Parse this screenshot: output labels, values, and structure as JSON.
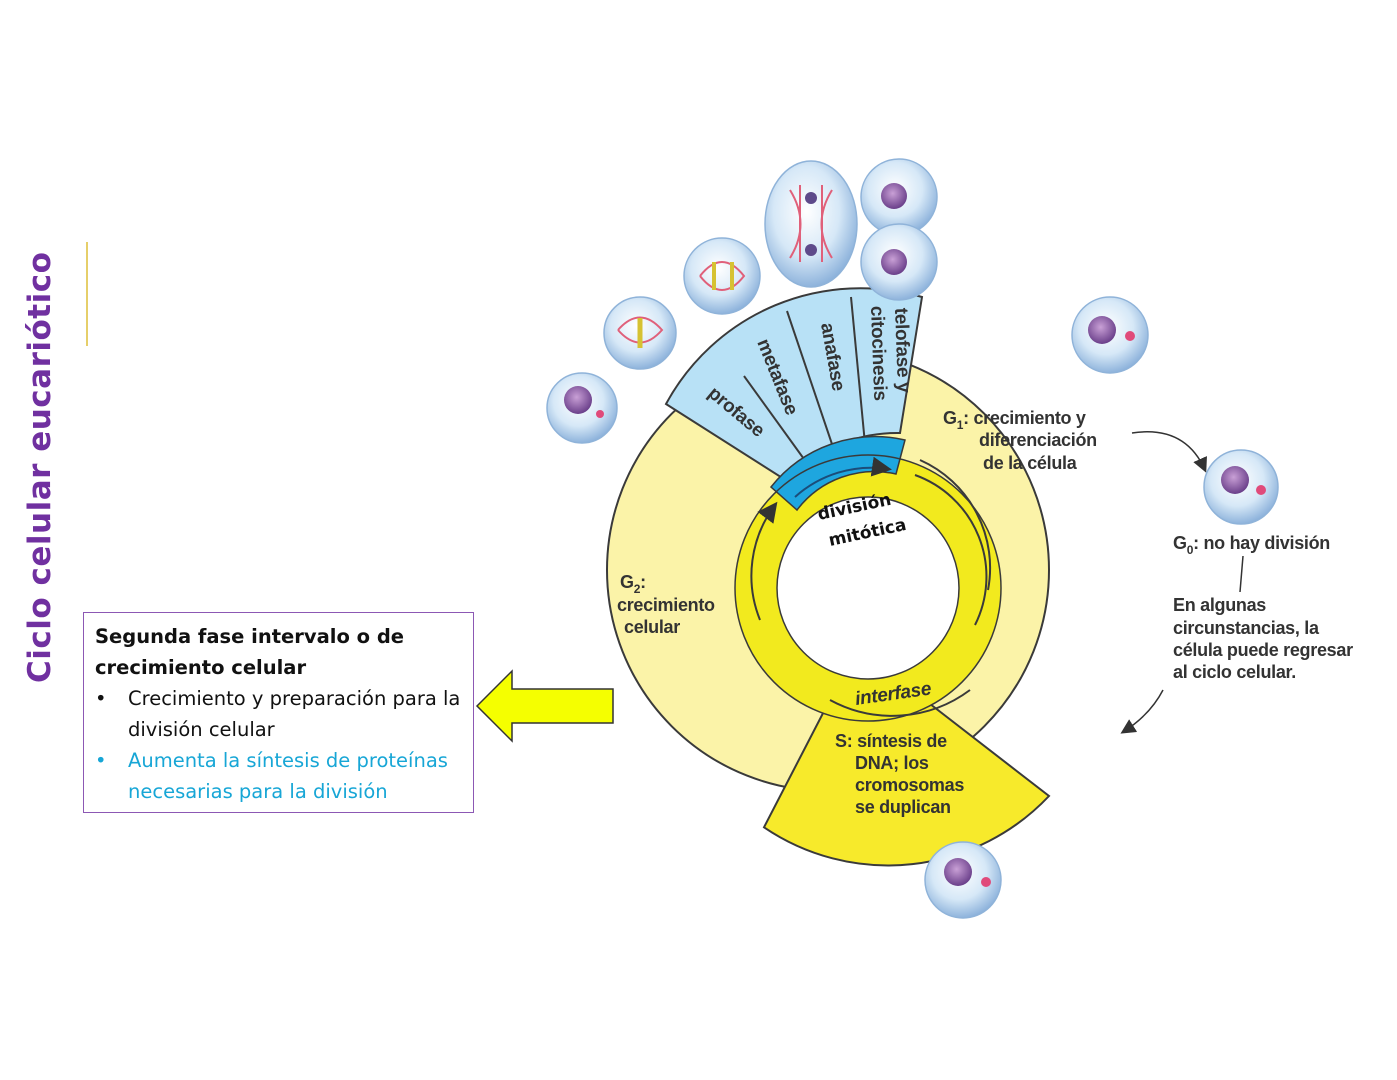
{
  "slide": {
    "title": "Ciclo celular eucariótico",
    "accent_color": "#7030a0"
  },
  "info_box": {
    "heading": "Segunda fase intervalo o de crecimiento celular",
    "bullets": [
      {
        "text": "Crecimiento y preparación para la división celular",
        "color": "#111111"
      },
      {
        "text": "Aumenta la síntesis de proteínas necesarias para la división",
        "color": "#17a6d6"
      }
    ]
  },
  "diagram": {
    "mitosis_phases": [
      "profase",
      "metafase",
      "anafase",
      "telofase y",
      "citocinesis"
    ],
    "center_label": [
      "división",
      "mitótica"
    ],
    "interphase_label": "interfase",
    "g1": {
      "symbol": "G",
      "sub": "1",
      "lines": [
        ": crecimiento y",
        "diferenciación",
        "de la célula"
      ]
    },
    "g2": {
      "symbol": "G",
      "sub": "2",
      "lines": [
        ":",
        "crecimiento",
        "celular"
      ]
    },
    "s": {
      "lines": [
        "S: síntesis de",
        "DNA; los",
        "cromosomas",
        "se duplican"
      ]
    },
    "g0": {
      "symbol": "G",
      "sub": "0",
      "text": ": no hay división"
    },
    "note": [
      "En algunas",
      "circunstancias, la",
      "célula puede regresar",
      "al ciclo celular."
    ],
    "colors": {
      "interphase": "#fbf3a8",
      "s_phase": "#f7ea2b",
      "mitosis": "#b8e1f6",
      "ring": "#f2ea1e",
      "division_band": "#1ea6df",
      "arrow": "#f5ff00"
    }
  }
}
